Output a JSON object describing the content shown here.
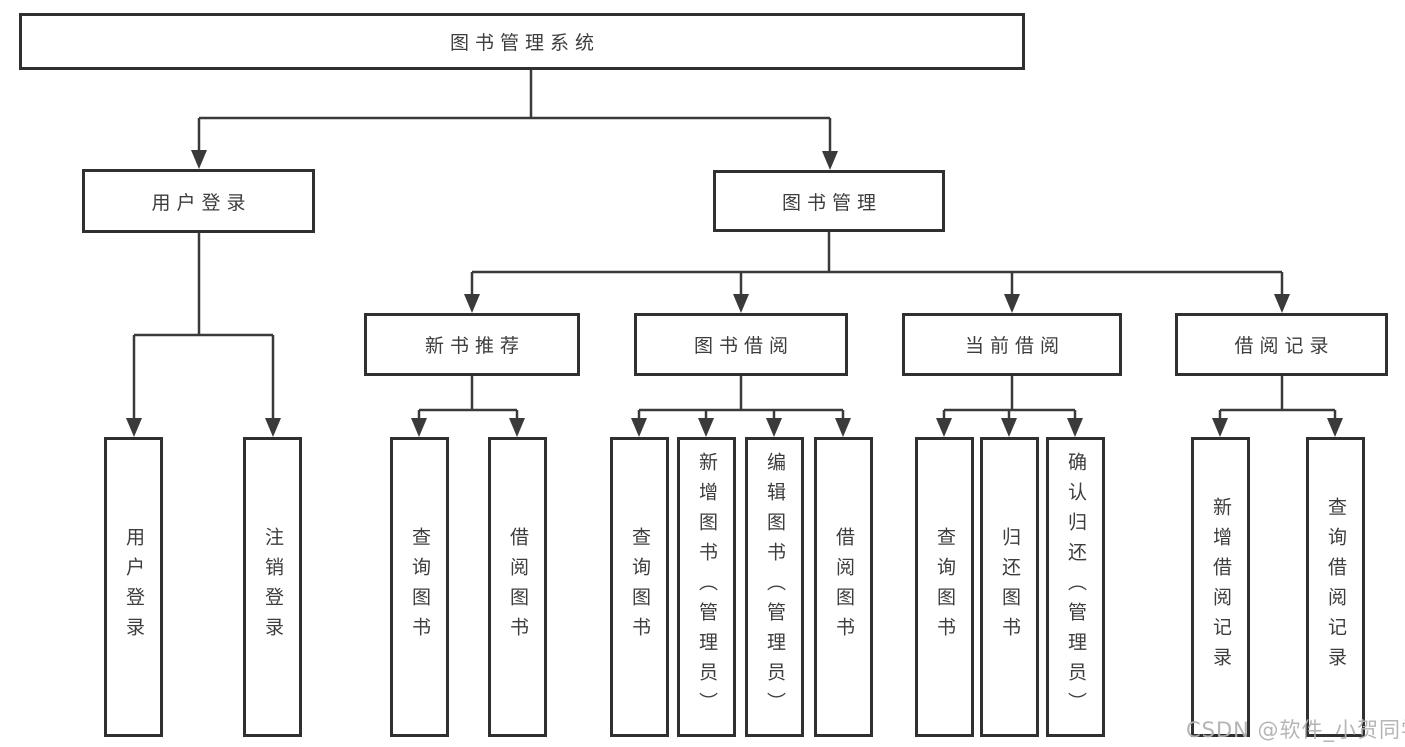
{
  "diagram": {
    "nodes": {
      "root": {
        "label": "图书管理系统"
      },
      "level2": [
        {
          "label": "用户登录"
        },
        {
          "label": "图书管理"
        }
      ],
      "level3": [
        {
          "label": "新书推荐"
        },
        {
          "label": "图书借阅"
        },
        {
          "label": "当前借阅"
        },
        {
          "label": "借阅记录"
        }
      ],
      "leaves": [
        {
          "label": "用户登录"
        },
        {
          "label": "注销登录"
        },
        {
          "label": "查询图书"
        },
        {
          "label": "借阅图书"
        },
        {
          "label": "查询图书"
        },
        {
          "label": "新增图书（管理员）"
        },
        {
          "label": "编辑图书（管理员）"
        },
        {
          "label": "借阅图书"
        },
        {
          "label": "查询图书"
        },
        {
          "label": "归还图书"
        },
        {
          "label": "确认归还（管理员）"
        },
        {
          "label": "新增借阅记录"
        },
        {
          "label": "查询借阅记录"
        }
      ]
    },
    "edges": [
      {
        "from": "图书管理系统",
        "to": [
          "用户登录",
          "图书管理"
        ]
      },
      {
        "from": "用户登录",
        "to": [
          "用户登录",
          "注销登录"
        ]
      },
      {
        "from": "图书管理",
        "to": [
          "新书推荐",
          "图书借阅",
          "当前借阅",
          "借阅记录"
        ]
      },
      {
        "from": "新书推荐",
        "to": [
          "查询图书",
          "借阅图书"
        ]
      },
      {
        "from": "图书借阅",
        "to": [
          "查询图书",
          "新增图书（管理员）",
          "编辑图书（管理员）",
          "借阅图书"
        ]
      },
      {
        "from": "当前借阅",
        "to": [
          "查询图书",
          "归还图书",
          "确认归还（管理员）"
        ]
      },
      {
        "from": "借阅记录",
        "to": [
          "新增借阅记录",
          "查询借阅记录"
        ]
      }
    ]
  },
  "watermark": {
    "text": "CSDN @软件_小贺同学"
  },
  "colors": {
    "box_border": "#303030",
    "connector": "#3a3a3a",
    "text": "#3d3d3d",
    "watermark": "#b2b2b2",
    "background": "#ffffff"
  }
}
